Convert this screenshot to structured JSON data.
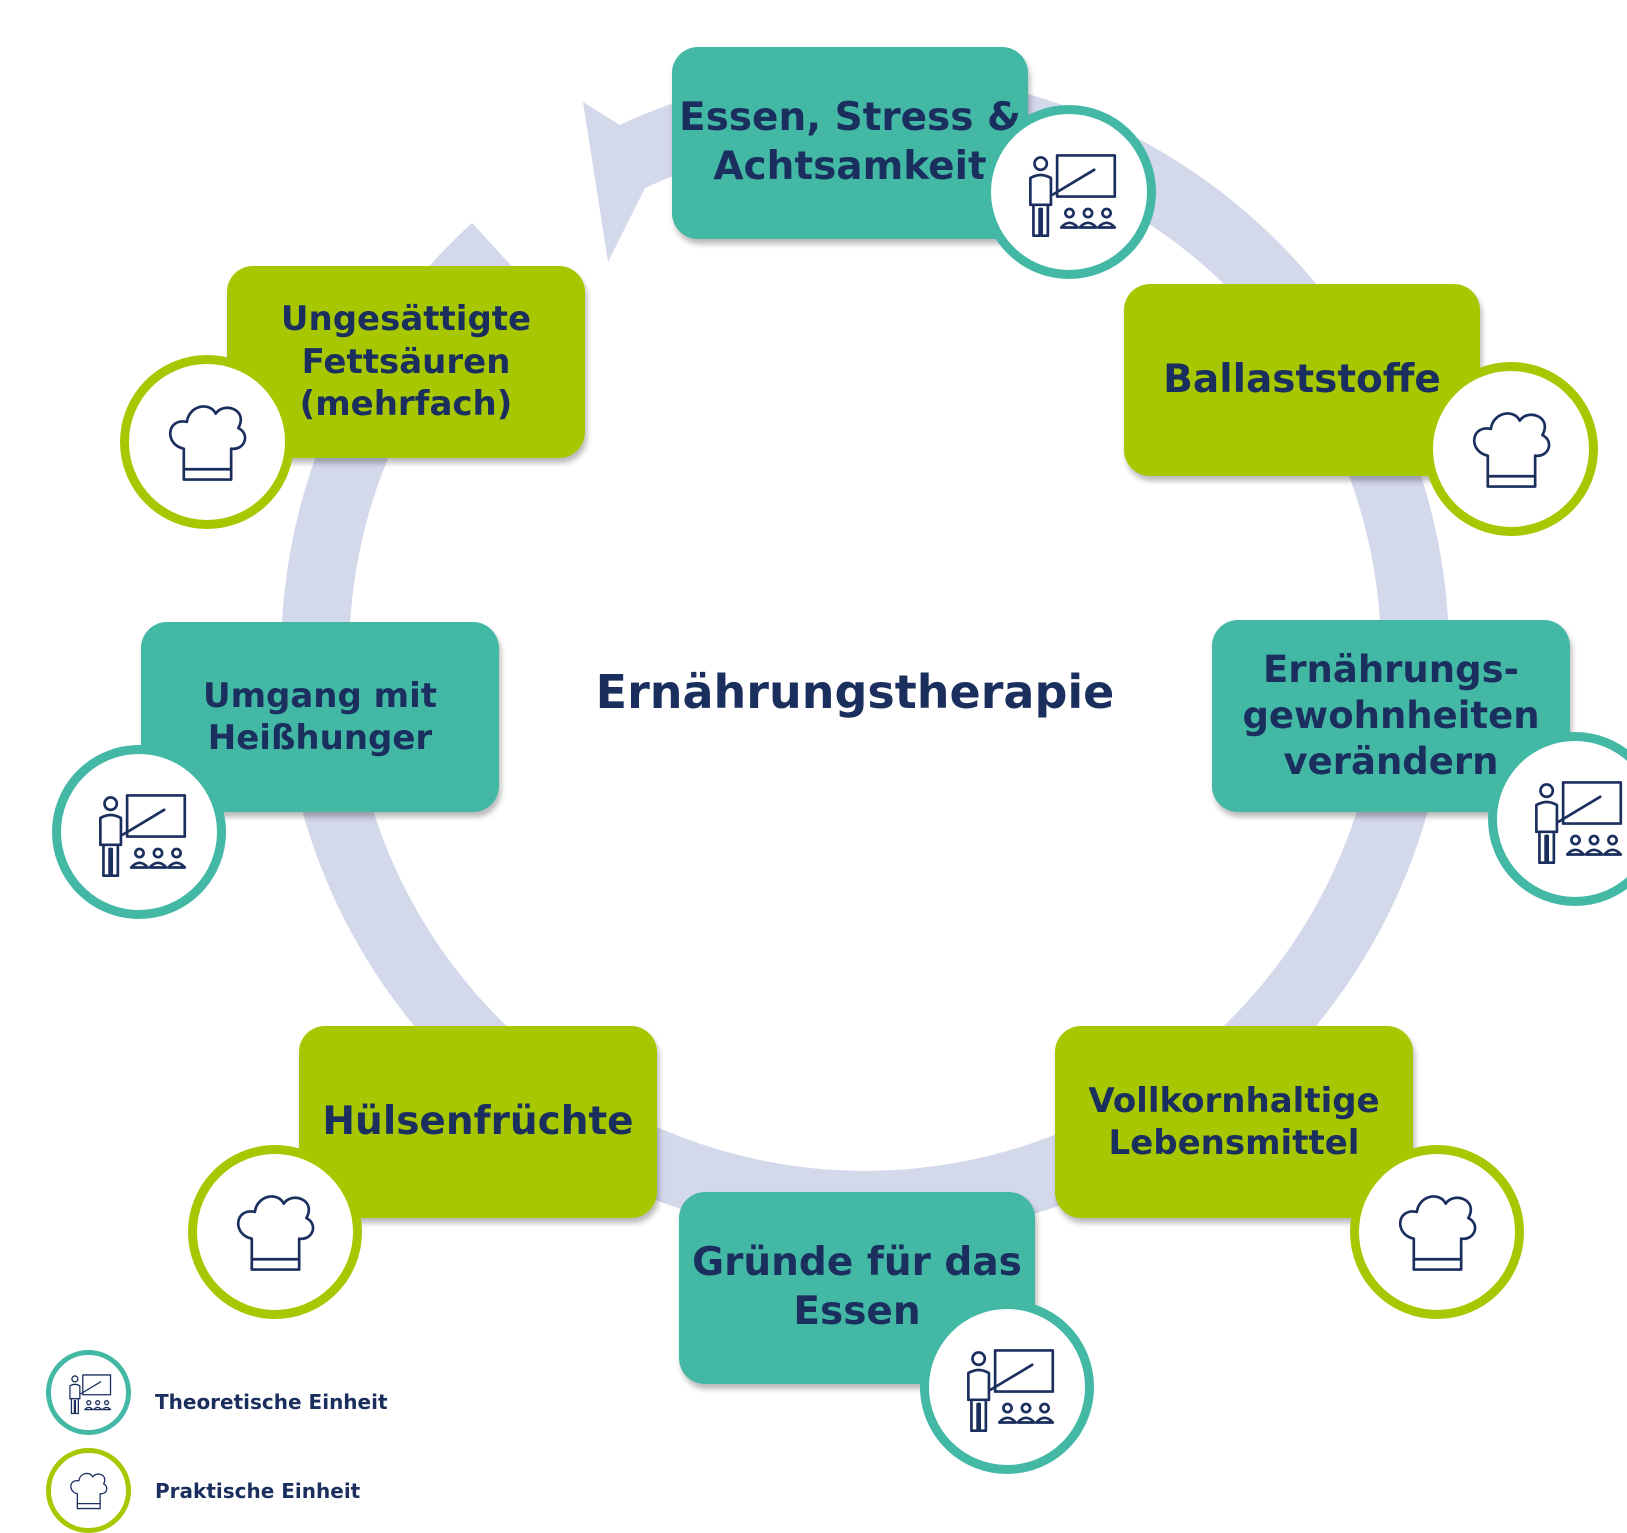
{
  "title": "Ernährungstherapie",
  "nodes": [
    {
      "id": "essen-stress",
      "label": "Essen, Stress &\nAchtsamkeit",
      "type": "theoretisch"
    },
    {
      "id": "ballaststoffe",
      "label": "Ballaststoffe",
      "type": "praktisch"
    },
    {
      "id": "ernaehrungsgewohnheiten",
      "label": "Ernährungs-\ngewohnheiten\nverändern",
      "type": "theoretisch"
    },
    {
      "id": "vollkorn",
      "label": "Vollkornhaltige\nLebensmittel",
      "type": "praktisch"
    },
    {
      "id": "gruende",
      "label": "Gründe für das\nEssen",
      "type": "theoretisch"
    },
    {
      "id": "huelsenfruechte",
      "label": "Hülsenfrüchte",
      "type": "praktisch"
    },
    {
      "id": "heisshunger",
      "label": "Umgang mit\nHeißhunger",
      "type": "theoretisch"
    },
    {
      "id": "fettsaeuren",
      "label": "Ungesättigte\nFettsäuren\n(mehrfach)",
      "type": "praktisch"
    }
  ],
  "legend": [
    {
      "type": "theoretisch",
      "label": "Theoretische Einheit"
    },
    {
      "type": "praktisch",
      "label": "Praktische Einheit"
    }
  ],
  "colors": {
    "teal": "#42b8a5",
    "lime": "#a7c800",
    "ring": "#d3d8eb",
    "text": "#1b2f5e"
  },
  "icons": {
    "theoretisch": "teacher-presentation-icon",
    "praktisch": "chef-hat-icon"
  }
}
